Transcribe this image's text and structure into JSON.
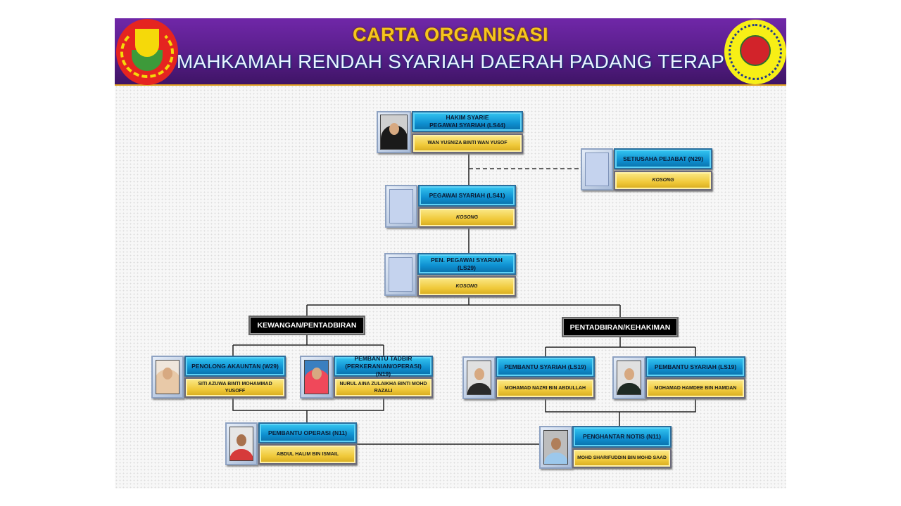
{
  "header": {
    "title": "CARTA ORGANISASI",
    "subtitle": "MAHKAMAH RENDAH SYARIAH DAERAH PADANG TERAP"
  },
  "departments": {
    "left": "KEWANGAN/PENTADBIRAN",
    "right": "PENTADBIRAN/KEHAKIMAN"
  },
  "positions": {
    "hakim": {
      "title_line1": "HAKIM SYARIE",
      "title_line2": "PEGAWAI SYARIAH (LS44)",
      "name": "WAN YUSNIZA BINTI WAN YUSOF"
    },
    "setiusaha": {
      "title": "SETIUSAHA PEJABAT (N29)",
      "name": "KOSONG"
    },
    "ls41": {
      "title": "PEGAWAI SYARIAH (LS41)",
      "name": "KOSONG"
    },
    "ls29": {
      "title": "PEN. PEGAWAI SYARIAH (LS29)",
      "name": "KOSONG"
    },
    "akauntan": {
      "title": "PENOLONG AKAUNTAN (W29)",
      "name": "SITI AZUWA BINTI MOHAMMAD YUSOFF"
    },
    "tadbir": {
      "title": "PEMBANTU TADBIR (PERKERANIAN/OPERASI) (N19)",
      "name": "NURUL AINA ZULAIKHA BINTI MOHD RAZALI"
    },
    "operasi": {
      "title": "PEMBANTU OPERASI (N11)",
      "name": "ABDUL HALIM BIN ISMAIL"
    },
    "syariah1": {
      "title": "PEMBANTU SYARIAH (LS19)",
      "name": "MOHAMAD NAZRI BIN ABDULLAH"
    },
    "syariah2": {
      "title": "PEMBANTU SYARIAH (LS19)",
      "name": "MOHAMAD HAMDEE BIN HAMDAN"
    },
    "notis": {
      "title": "PENGHANTAR NOTIS (N11)",
      "name": "MOHD SHARIFUDDIN BIN MOHD SAAD"
    }
  },
  "colors": {
    "header": "#5a1f8c",
    "title_box": "#1aa8e0",
    "name_box": "#f0c93a",
    "dept_box": "#000000"
  }
}
